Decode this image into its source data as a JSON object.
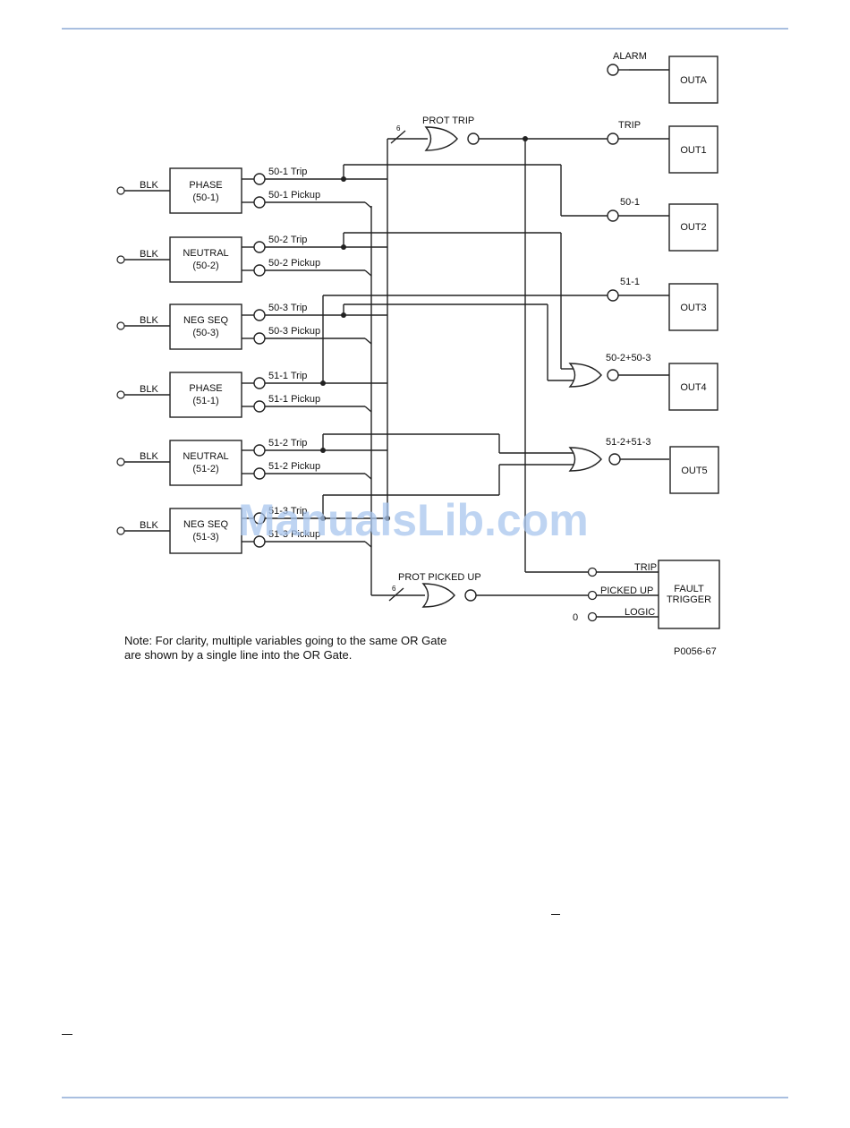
{
  "blocks": [
    {
      "blk": "BLK",
      "name": "PHASE",
      "code": "(50-1)",
      "trip": "50-1 Trip",
      "pickup": "50-1 Pickup"
    },
    {
      "blk": "BLK",
      "name": "NEUTRAL",
      "code": "(50-2)",
      "trip": "50-2 Trip",
      "pickup": "50-2 Pickup"
    },
    {
      "blk": "BLK",
      "name": "NEG SEQ",
      "code": "(50-3)",
      "trip": "50-3 Trip",
      "pickup": "50-3 Pickup"
    },
    {
      "blk": "BLK",
      "name": "PHASE",
      "code": "(51-1)",
      "trip": "51-1 Trip",
      "pickup": "51-1 Pickup"
    },
    {
      "blk": "BLK",
      "name": "NEUTRAL",
      "code": "(51-2)",
      "trip": "51-2 Trip",
      "pickup": "51-2 Pickup"
    },
    {
      "blk": "BLK",
      "name": "NEG SEQ",
      "code": "(51-3)",
      "trip": "51-3 Trip",
      "pickup": "51-3 Pickup"
    }
  ],
  "outputs": [
    {
      "signal": "ALARM",
      "box": "OUTA"
    },
    {
      "signal": "TRIP",
      "box": "OUT1"
    },
    {
      "signal": "50-1",
      "box": "OUT2"
    },
    {
      "signal": "51-1",
      "box": "OUT3"
    },
    {
      "signal": "50-2+50-3",
      "box": "OUT4"
    },
    {
      "signal": "51-2+51-3",
      "box": "OUT5"
    }
  ],
  "gates": {
    "prot_trip": "PROT TRIP",
    "prot_picked_up": "PROT PICKED UP",
    "bus_count": "6"
  },
  "fault_trigger": {
    "title_line1": "FAULT",
    "title_line2": "TRIGGER",
    "inputs": [
      "TRIP",
      "PICKED UP",
      "LOGIC"
    ],
    "logic_value": "0"
  },
  "note": {
    "line1": "Note: For clarity, multiple variables going to the same OR Gate",
    "line2": "are shown by a single line into the OR Gate."
  },
  "figure_code": "P0056-67",
  "watermark": "ManualsLib.com"
}
